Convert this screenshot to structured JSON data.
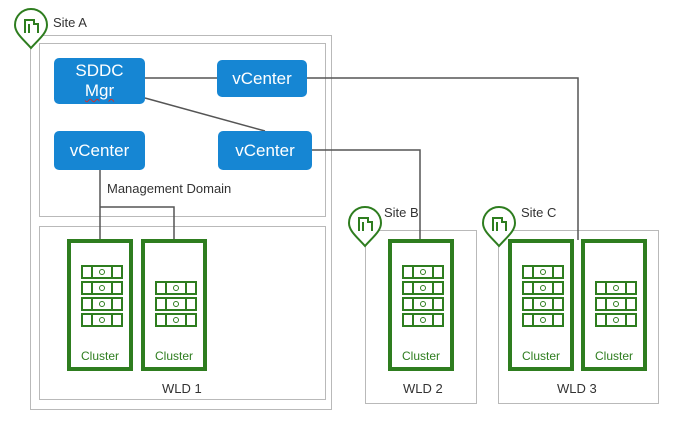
{
  "sites": {
    "a": {
      "label": "Site A"
    },
    "b": {
      "label": "Site B"
    },
    "c": {
      "label": "Site C"
    }
  },
  "management": {
    "sddc_line1": "SDDC",
    "sddc_line2": "Mgr",
    "vcenter_top": "vCenter",
    "vcenter_left": "vCenter",
    "vcenter_right": "vCenter",
    "domain_label": "Management Domain"
  },
  "workloads": {
    "wld1": {
      "label": "WLD 1",
      "clusters": [
        "Cluster",
        "Cluster"
      ]
    },
    "wld2": {
      "label": "WLD 2",
      "clusters": [
        "Cluster"
      ]
    },
    "wld3": {
      "label": "WLD 3",
      "clusters": [
        "Cluster",
        "Cluster"
      ]
    }
  },
  "colors": {
    "vcenter_blue": "#1686d3",
    "cluster_green": "#2e7d1f",
    "border_gray": "#b9b9b9"
  }
}
